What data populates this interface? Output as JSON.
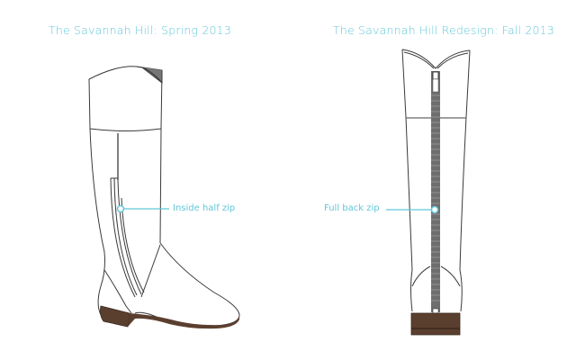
{
  "panels": [
    {
      "title": "The Savannah Hill: Spring 2013",
      "callout": "Inside half zip"
    },
    {
      "title": "The Savannah Hill Redesign: Fall 2013",
      "callout": "Full back zip"
    }
  ],
  "colors": {
    "accent": "#62c7d8",
    "outline": "#3a3a3a",
    "heel": "#5b3f2e",
    "zipper": "#6e6e6e"
  }
}
